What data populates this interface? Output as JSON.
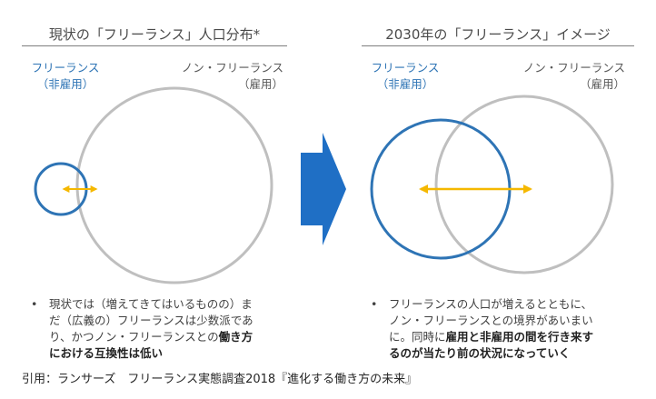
{
  "left_panel": {
    "title": "現状の「フリーランス」人口分布*",
    "freelance_label": "フリーランス",
    "freelance_sub": "（非雇用）",
    "nonfreelance_label": "ノン・フリーランス",
    "nonfreelance_sub": "（雇用）",
    "bullet_line1": "現状では（増えてきてはいるものの）ま",
    "bullet_line2": "だ（広義の）フリーランスは少数派であ",
    "bullet_line3_plain": "り、かつノン・フリーランスとの",
    "bullet_line3_bold": "働き方",
    "bullet_line4_bold": "における互換性は低い"
  },
  "right_panel": {
    "title": "2030年の「フリーランス」イメージ",
    "freelance_label": "フリーランス",
    "freelance_sub": "（非雇用）",
    "nonfreelance_label": "ノン・フリーランス",
    "nonfreelance_sub": "（雇用）",
    "bullet_line1": "フリーランスの人口が増えるとともに、",
    "bullet_line2": "ノン・フリーランスとの境界があいまい",
    "bullet_line3_plain": "に。同時に",
    "bullet_line3_bold": "雇用と非雇用の間を行き来す",
    "bullet_line4_bold": "るのが当たり前の状況になっていく"
  },
  "bullet_symbol": "•",
  "citation": "引用：ランサーズ　フリーランス実態調査2018『進化する働き方の未来』",
  "colors": {
    "freelance_blue": "#2e74b5",
    "nonfreelance_gray": "#bfbfbf",
    "arrow_yellow": "#f5b800",
    "transition_arrow_blue": "#1f6fc5"
  }
}
